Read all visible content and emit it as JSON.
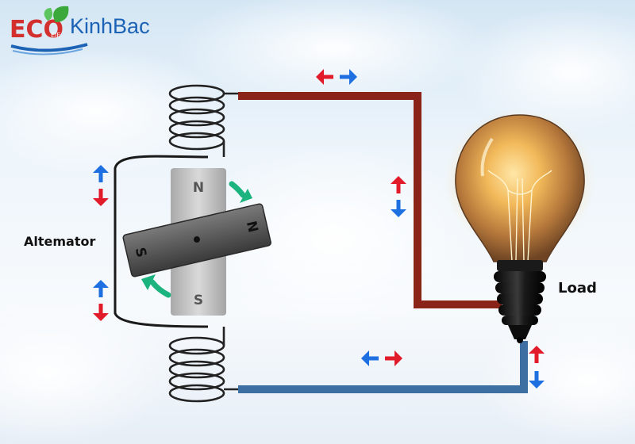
{
  "logo": {
    "eco": "ECO",
    "brand": "KinhBac",
    "leaf_text": "EIE"
  },
  "labels": {
    "alternator": "Altemator",
    "load": "Load"
  },
  "poles": {
    "stator_top": "N",
    "stator_bottom": "S",
    "rotor_north": "N",
    "rotor_south": "S"
  },
  "colors": {
    "wire_top": "#8b2418",
    "wire_bottom": "#3d6fa3",
    "arrow_red": "#e11b2a",
    "arrow_blue": "#1e6fe0",
    "rotation_arrow": "#1bb37e",
    "logo_red": "#d32f2f",
    "logo_green": "#3aa83a",
    "logo_blue": "#1c62b5"
  },
  "icons": {
    "rotation": "rotation-arrow-icon",
    "current_direction": "double-arrow-icon",
    "bulb": "light-bulb-icon"
  }
}
